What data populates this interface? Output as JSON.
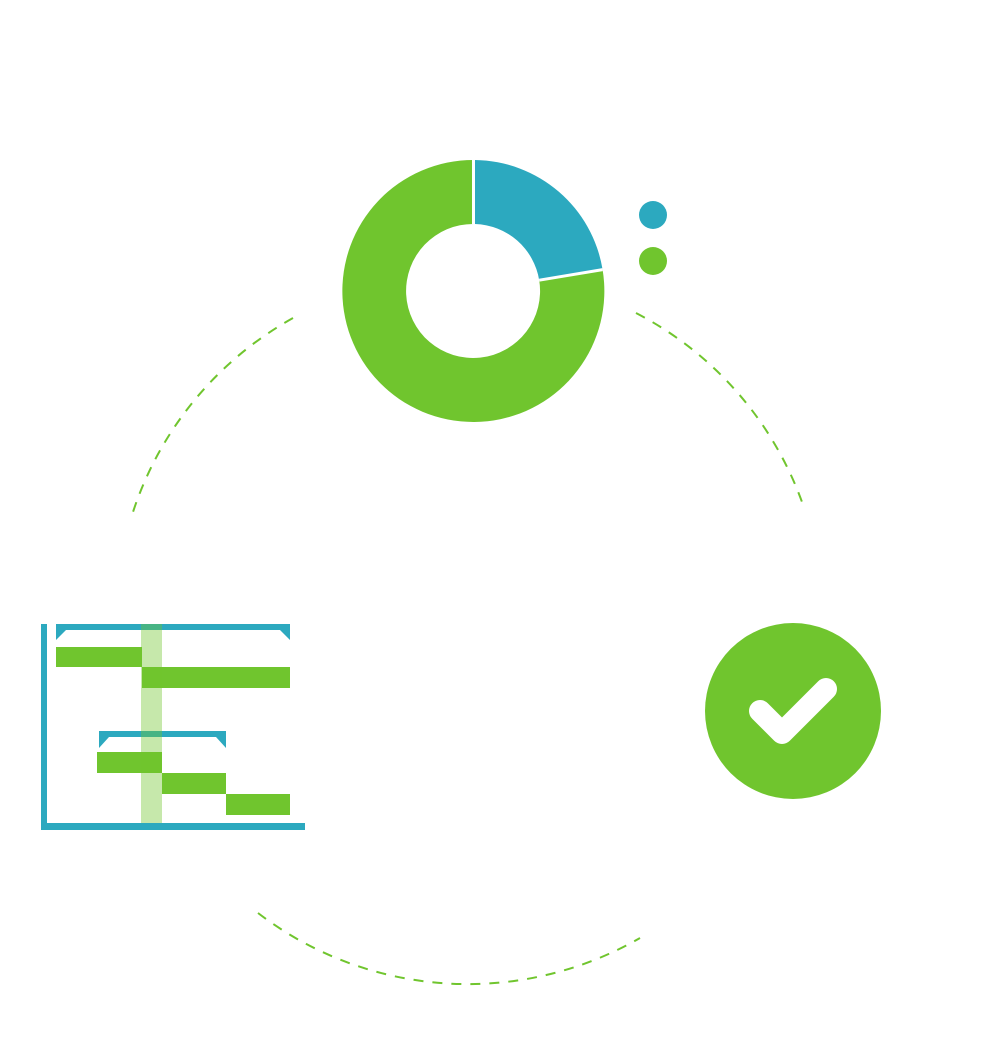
{
  "colors": {
    "green": "#70C52E",
    "blue": "#2CA9BF",
    "light_green": "#C4E6AC",
    "background": "#FFFFFF"
  },
  "cycle": {
    "style": "dashed-circle",
    "segments": 3
  },
  "nodes": [
    {
      "id": "donut-chart",
      "icon": "donut-chart-icon",
      "position": "top"
    },
    {
      "id": "checkmark",
      "icon": "check-circle-icon",
      "position": "right"
    },
    {
      "id": "gantt-chart",
      "icon": "gantt-chart-icon",
      "position": "left"
    }
  ],
  "donut": {
    "slices": [
      {
        "color": "blue",
        "fraction": 0.2
      },
      {
        "color": "green",
        "fraction": 0.8
      }
    ],
    "legend_dots": [
      "blue",
      "green"
    ]
  },
  "gantt": {
    "summary_bars": 2,
    "task_bars": 5,
    "has_today_marker": true
  }
}
